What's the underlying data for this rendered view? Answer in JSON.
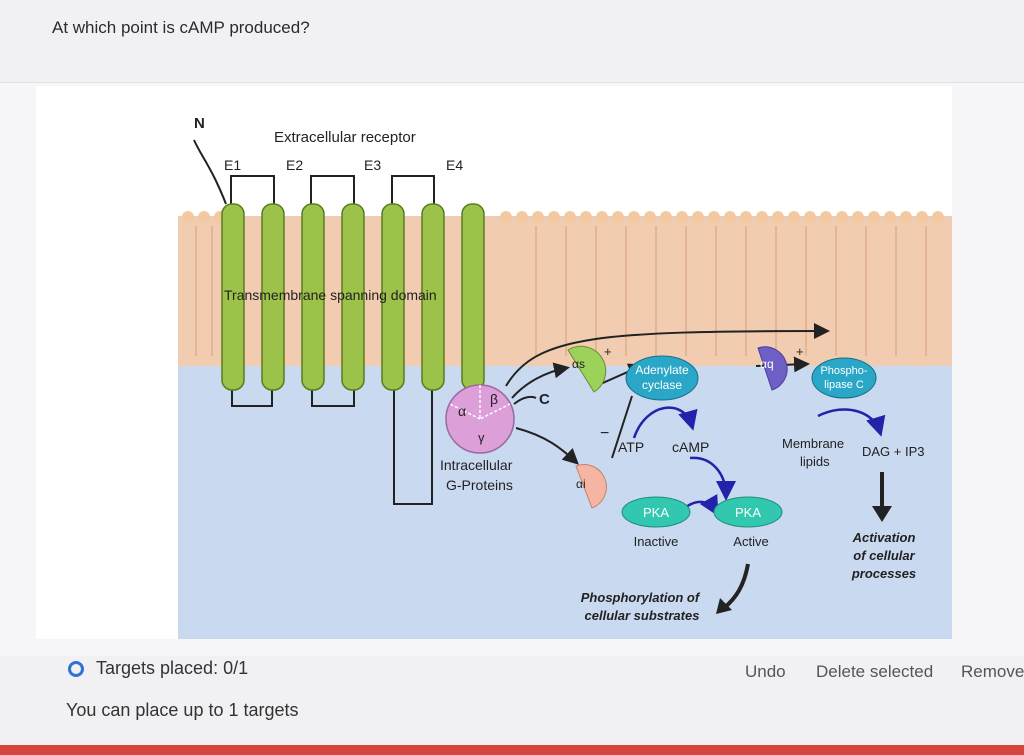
{
  "question": "At which point is cAMP produced?",
  "figure": {
    "n_label": "N",
    "extracellular_receptor": "Extracellular receptor",
    "loops": [
      "E1",
      "E2",
      "E3",
      "E4"
    ],
    "transmembrane": "Transmembrane spanning domain",
    "c_label": "C",
    "intracellular_g_proteins_line1": "Intracellular",
    "intracellular_g_proteins_line2": "G-Proteins",
    "g_alpha": "α",
    "g_beta": "β",
    "g_gamma": "γ",
    "alpha_s": "αs",
    "alpha_q": "αq",
    "alpha_i": "αi",
    "plus": "+",
    "minus": "−",
    "adenylate_line1": "Adenylate",
    "adenylate_line2": "cyclase",
    "phospho_line1": "Phospho-",
    "phospho_line2": "lipase C",
    "atp": "ATP",
    "camp": "cAMP",
    "membrane_line1": "Membrane",
    "membrane_line2": "lipids",
    "dag": "DAG + IP3",
    "pka": "PKA",
    "inactive": "Inactive",
    "active": "Active",
    "activation_line1": "Activation",
    "activation_line2": "of cellular",
    "activation_line3": "processes",
    "phosphorylation_line1": "Phosphorylation of",
    "phosphorylation_line2": "cellular substrates",
    "colors": {
      "membrane": "#f2ccb0",
      "cytoplasm": "#c9d9ef",
      "helix": "#9dc24a",
      "enzyme": "#2aa7c6",
      "pka": "#32c8b0",
      "alpha_s": "#9cd15a",
      "alpha_q": "#6e5fc4",
      "alpha_i": "#f4b6a3",
      "g_protein": "#dc9fd8"
    }
  },
  "status": {
    "targets_placed": "Targets placed: 0/1",
    "hint": "You can place up to 1 targets"
  },
  "actions": {
    "undo": "Undo",
    "delete_selected": "Delete selected",
    "remove": "Remove"
  }
}
